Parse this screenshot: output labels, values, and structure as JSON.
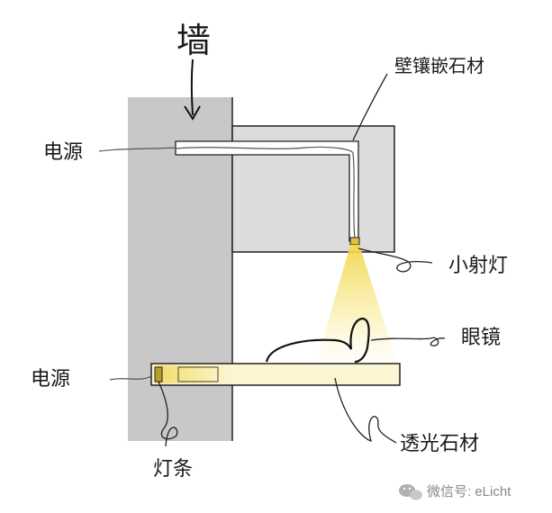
{
  "labels": {
    "wall": "墙",
    "embedded_stone": "壁镶嵌石材",
    "power_top": "电源",
    "spotlight": "小射灯",
    "glasses": "眼镜",
    "power_bottom": "电源",
    "translucent_stone": "透光石材",
    "light_strip": "灯条"
  },
  "watermark": {
    "text": "微信号: eLicht",
    "icon": "wechat-icon"
  },
  "colors": {
    "wall": "#c8c8c8",
    "stone_block": "#dcdcdc",
    "light_glow": "#f5e27a",
    "translucent_shelf": "#fbf5d2",
    "ink": "#1a1a1a"
  }
}
